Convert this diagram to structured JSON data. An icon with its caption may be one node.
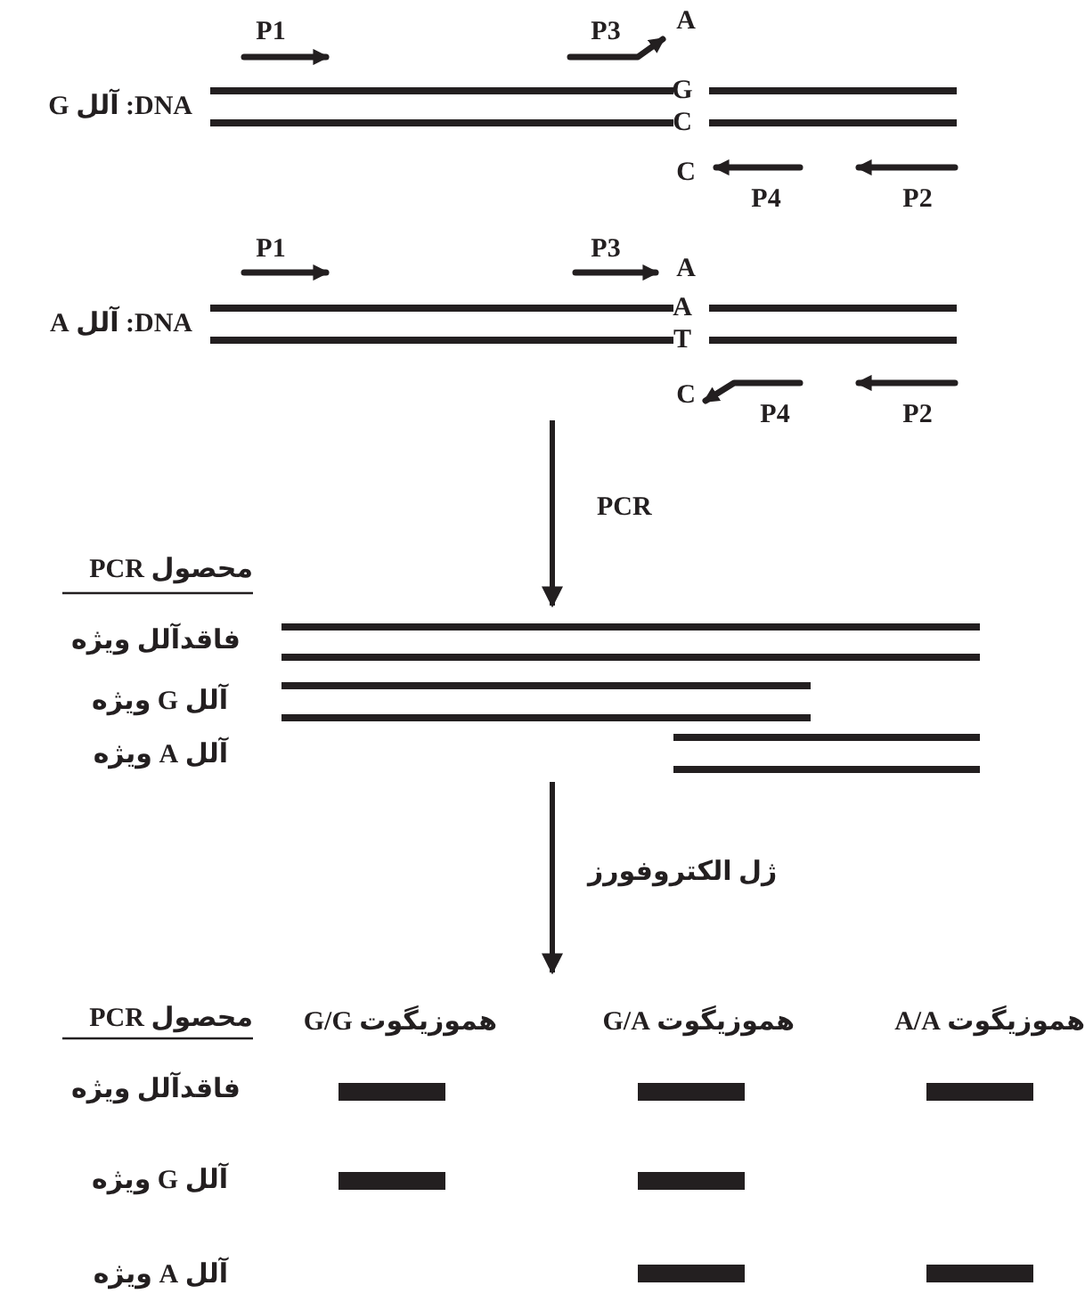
{
  "diagram": {
    "nodes": [
      {
        "text": [],
        "shape": "picture"
      },
      {
        "text": [],
        "shape": "picture"
      },
      {
        "text": [],
        "shape": "picture"
      }
    ],
    "edges": [
      {
        "from": 0,
        "to": 1,
        "arrow": "to",
        "label": "PCR"
      },
      {
        "from": 1,
        "to": 2,
        "arrow": "to",
        "label": "ژل الکتروفورز"
      }
    ],
    "labels": [
      "P1",
      "P3",
      "A",
      "DNA: آلل G",
      "G",
      "C",
      "C",
      "P4",
      "P2",
      "P1",
      "P3",
      "A",
      "DNA: آلل A",
      "A",
      "T",
      "C",
      "P4",
      "P2",
      "محصول PCR",
      "فاقدآلل ویژه",
      "آلل G ویژه",
      "آلل A ویژه",
      "محصول PCR",
      "هموزیگوت G/G",
      "هموزیگوت G/A",
      "هموزیگوت A/A",
      "فاقدآلل ویژه",
      "آلل G ویژه",
      "آلل A ویژه"
    ]
  }
}
